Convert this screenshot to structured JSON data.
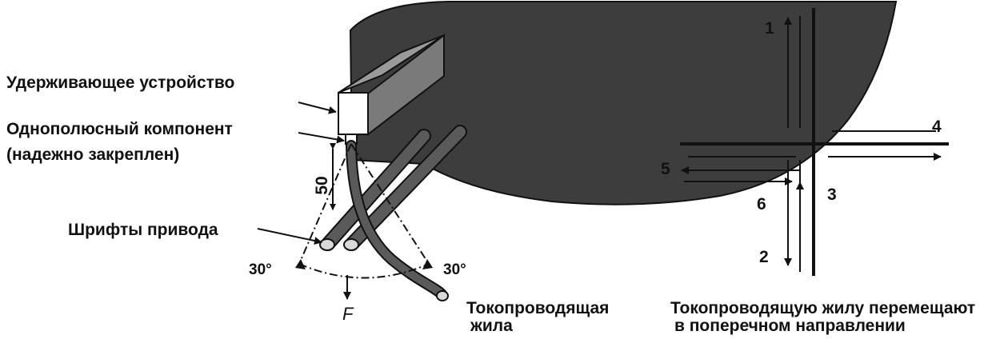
{
  "left_diagram": {
    "label_holder": "Удерживающее устройство",
    "label_component_line1": "Однополюсный компонент",
    "label_component_line2": "(надежно закреплен)",
    "label_pins": "Шрифты привода",
    "label_conductor_line1": "Токопроводящая",
    "label_conductor_line2": "жила",
    "dim_50": "50",
    "angle_left": "30°",
    "angle_right": "30°",
    "force_label": "F"
  },
  "right_diagram": {
    "num_1": "1",
    "num_2": "2",
    "num_3": "3",
    "num_4": "4",
    "num_5": "5",
    "num_6": "6",
    "caption_line1": "Токопроводящую жилу перемещают",
    "caption_line2": "в поперечном направлении"
  },
  "colors": {
    "drum": "#3d3d3d",
    "holder_top": "#9a9a9a",
    "holder_side": "#7a7a7a",
    "holder_front": "#ffffff",
    "pin": "#5a5a5a",
    "line": "#111111"
  }
}
